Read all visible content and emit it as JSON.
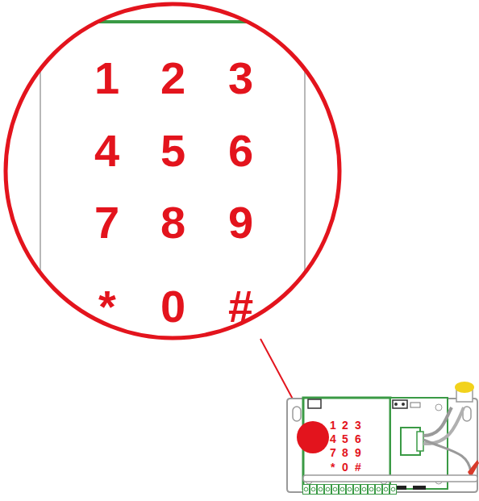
{
  "diagram": {
    "labels": [
      "1",
      "2",
      "3",
      "4",
      "5",
      "6",
      "7",
      "8",
      "9",
      "*",
      "0",
      "#",
      "1",
      "2",
      "3",
      "4",
      "5",
      "6",
      "7",
      "8",
      "9",
      "*",
      "0",
      "#"
    ]
  }
}
